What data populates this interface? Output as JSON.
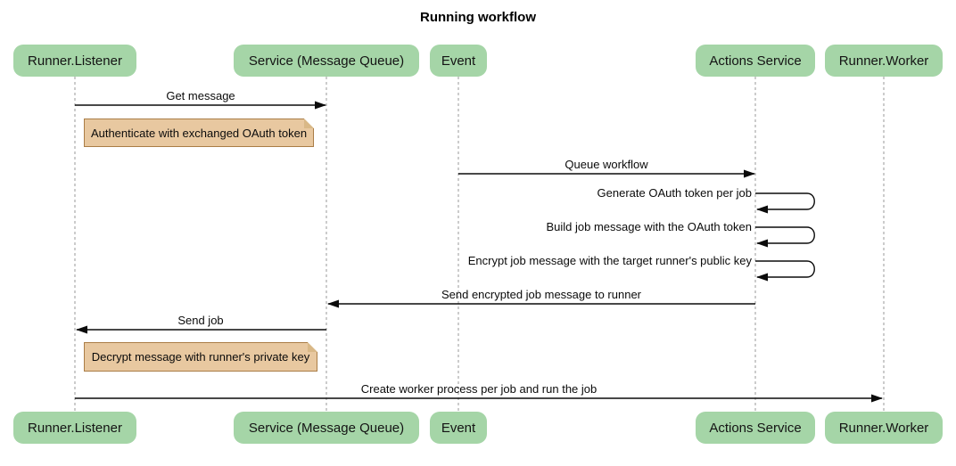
{
  "title": "Running workflow",
  "participants": [
    {
      "id": "runner-listener",
      "label": "Runner.Listener"
    },
    {
      "id": "service-message-queue",
      "label": "Service (Message Queue)"
    },
    {
      "id": "event",
      "label": "Event"
    },
    {
      "id": "actions-service",
      "label": "Actions Service"
    },
    {
      "id": "runner-worker",
      "label": "Runner.Worker"
    }
  ],
  "messages": [
    {
      "label": "Get message",
      "from": "Runner.Listener",
      "to": "Service (Message Queue)",
      "kind": "arrow"
    },
    {
      "label": "Queue workflow",
      "from": "Event",
      "to": "Actions Service",
      "kind": "arrow"
    },
    {
      "label": "Generate OAuth token per job",
      "from": "Actions Service",
      "to": "Actions Service",
      "kind": "self"
    },
    {
      "label": "Build job message with the OAuth token",
      "from": "Actions Service",
      "to": "Actions Service",
      "kind": "self"
    },
    {
      "label": "Encrypt job message with the target runner's public key",
      "from": "Actions Service",
      "to": "Actions Service",
      "kind": "self"
    },
    {
      "label": "Send encrypted job message to runner",
      "from": "Actions Service",
      "to": "Service (Message Queue)",
      "kind": "arrow"
    },
    {
      "label": "Send job",
      "from": "Service (Message Queue)",
      "to": "Runner.Listener",
      "kind": "arrow"
    },
    {
      "label": "Create worker process per job and run the job",
      "from": "Runner.Listener",
      "to": "Runner.Worker",
      "kind": "arrow"
    }
  ],
  "notes": [
    {
      "label": "Authenticate with exchanged OAuth token",
      "position": "right of Runner.Listener"
    },
    {
      "label": "Decrypt message with runner's private key",
      "position": "right of Runner.Listener"
    }
  ],
  "colors": {
    "actor_fill": "#a5d5a7",
    "note_fill": "#e8c8a0",
    "note_border": "#aa7d46",
    "lifeline": "#999999",
    "message_line": "#0b0b0b"
  }
}
